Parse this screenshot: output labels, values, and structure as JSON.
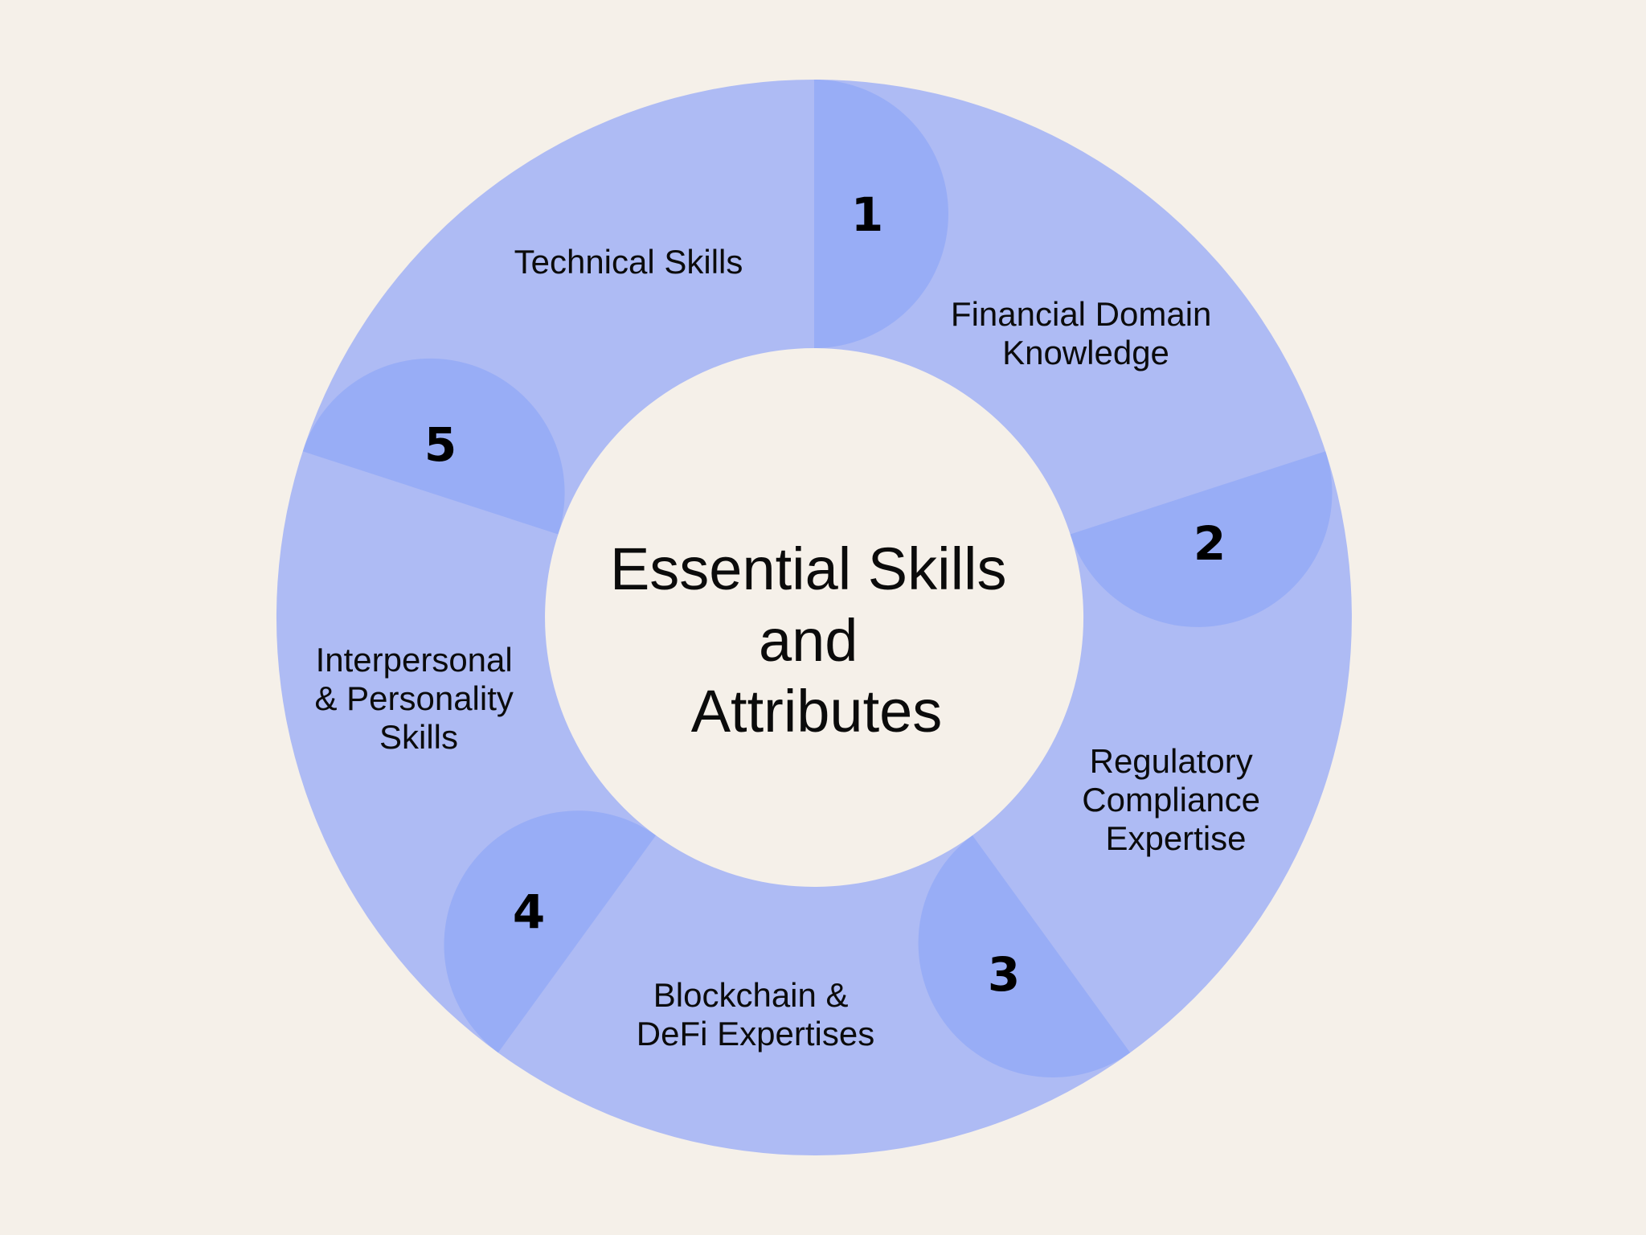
{
  "diagram": {
    "title_lines": [
      "Essential Skills",
      "and",
      "Attributes"
    ],
    "colors": {
      "background": "#F5F0E9",
      "ring": "#AEBBF4",
      "marker": "#98ADF6",
      "text": "#0B0B0B"
    },
    "segments": [
      {
        "number": "1",
        "label_lines": [
          "Financial Domain",
          "Knowledge"
        ]
      },
      {
        "number": "2",
        "label_lines": [
          "Regulatory",
          "Compliance",
          "Expertise"
        ]
      },
      {
        "number": "3",
        "label_lines": [
          "Blockchain &",
          "DeFi Expertises"
        ]
      },
      {
        "number": "4",
        "label_lines": [
          "Interpersonal",
          "& Personality",
          "Skills"
        ]
      },
      {
        "number": "5",
        "label_lines": [
          "Technical Skills"
        ]
      }
    ]
  }
}
